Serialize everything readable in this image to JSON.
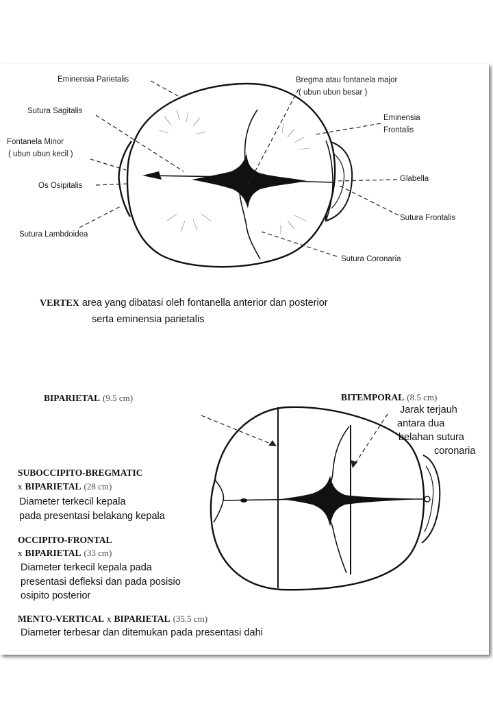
{
  "top_diagram": {
    "labels": {
      "eminensia_parietalis": "Eminensia Parietalis",
      "sutura_sagitalis": "Sutura Sagitalis",
      "fontanela_minor_1": "Fontanela Minor",
      "fontanela_minor_2": "( ubun ubun kecil )",
      "os_osipitalis": "Os Osipitalis",
      "sutura_lambdoidea": "Sutura Lambdoidea",
      "bregma_1": "Bregma atau fontanela major",
      "bregma_2": "( ubun ubun besar )",
      "eminensia_frontalis_1": "Eminensia",
      "eminensia_frontalis_2": "Frontalis",
      "glabella": "Glabella",
      "sutura_frontalis": "Sutura Frontalis",
      "sutura_coronaria": "Sutura Coronaria"
    },
    "caption": {
      "lead": "VERTEX",
      "line1_rest": " area yang dibatasi oleh fontanella anterior dan posterior",
      "line2": "serta eminensia parietalis"
    }
  },
  "bottom_diagram": {
    "biparietal": {
      "name": "BIPARIETAL",
      "value": "(9.5 cm)"
    },
    "bitemporal": {
      "name": "BITEMPORAL",
      "value": "(8.5 cm)"
    },
    "bitemporal_note": [
      "Jarak terjauh",
      "antara dua",
      "belahan sutura",
      "coronaria"
    ],
    "suboccipito": {
      "title": "SUBOCCIPITO-BREGMATIC",
      "x": "x",
      "sub": "BIPARIETAL",
      "value": "(28 cm)",
      "desc": [
        "Diameter terkecil kepala",
        "pada presentasi belakang kepala"
      ]
    },
    "occipito": {
      "title": "OCCIPITO-FRONTAL",
      "x": "x",
      "sub": "BIPARIETAL",
      "value": "(33 cm)",
      "desc": [
        "Diameter terkecil kepala pada",
        "presentasi defleksi dan pada posisio",
        "osipito posterior"
      ]
    },
    "mento": {
      "title": "MENTO-VERTICAL",
      "x": "x",
      "sub": "BIPARIETAL",
      "value": "(35.5 cm)",
      "desc": "Diameter terbesar dan ditemukan pada presentasi dahi"
    }
  }
}
